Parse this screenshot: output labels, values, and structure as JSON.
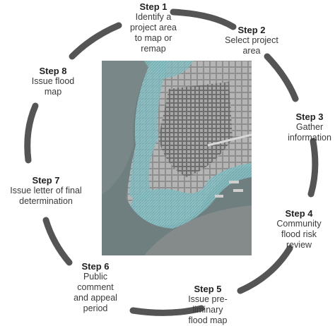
{
  "colors": {
    "arc": "#555555",
    "water": "#6a9ea3",
    "land": "#9d9d9d",
    "flood_zone": "#8fc5c8",
    "text": "#333333"
  },
  "map_image": {
    "subject": "aerial-map-lower-manhattan-flood-zone"
  },
  "steps": [
    {
      "title": "Step 1",
      "desc": "Identify a\nproject area\nto map or\nremap"
    },
    {
      "title": "Step 2",
      "desc": "Select project\narea"
    },
    {
      "title": "Step 3",
      "desc": "Gather\ninformation"
    },
    {
      "title": "Step 4",
      "desc": "Community\nflood risk\nreview"
    },
    {
      "title": "Step 5",
      "desc": "Issue pre-\nliminary\nflood map"
    },
    {
      "title": "Step 6",
      "desc": "Public\ncomment\nand appeal\nperiod"
    },
    {
      "title": "Step 7",
      "desc": "Issue letter of final\ndetermination"
    },
    {
      "title": "Step 8",
      "desc": "Issue flood\nmap"
    }
  ]
}
